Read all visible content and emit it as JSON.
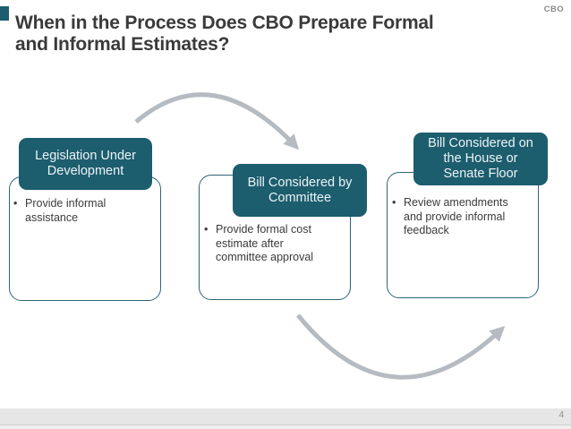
{
  "slide": {
    "brand": "CBO",
    "title_line1": "When in the Process Does CBO Prepare Formal",
    "title_line2": "and Informal Estimates?",
    "page_number": "4"
  },
  "colors": {
    "teal": "#1c5d6e",
    "container_border": "#2e6577",
    "arrow_gray": "#b5bbc1",
    "footer_bg": "#e6e6e6",
    "title_text": "#3a3a3a"
  },
  "stages": [
    {
      "header": "Legislation Under Development",
      "bullets": [
        "Provide informal assistance"
      ]
    },
    {
      "header": "Bill Considered by Committee",
      "bullets": [
        "Provide formal cost estimate after committee approval"
      ]
    },
    {
      "header": "Bill Considered on the House or Senate Floor",
      "bullets": [
        "Review amendments and provide informal feedback"
      ]
    }
  ]
}
